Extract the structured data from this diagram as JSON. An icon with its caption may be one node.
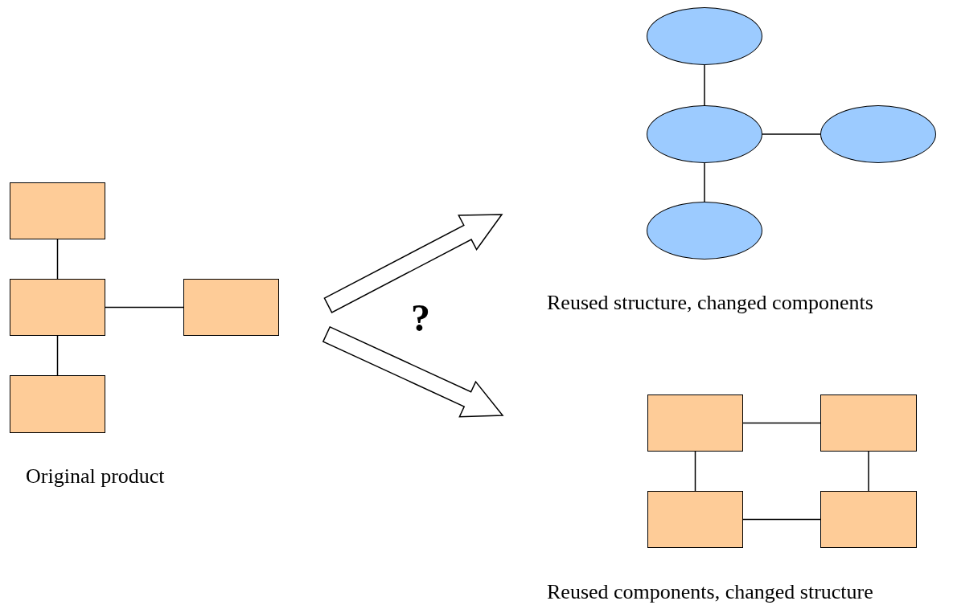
{
  "diagram": {
    "nodes": [
      {
        "text": [],
        "shape": "box"
      },
      {
        "text": [],
        "shape": "box"
      },
      {
        "text": [],
        "shape": "box"
      },
      {
        "text": [],
        "shape": "box"
      },
      {
        "text": [],
        "shape": "ellipse"
      },
      {
        "text": [],
        "shape": "ellipse"
      },
      {
        "text": [],
        "shape": "ellipse"
      },
      {
        "text": [],
        "shape": "ellipse"
      },
      {
        "text": [],
        "shape": "box"
      },
      {
        "text": [],
        "shape": "box"
      },
      {
        "text": [],
        "shape": "box"
      },
      {
        "text": [],
        "shape": "box"
      }
    ],
    "edges": [
      {
        "from": 0,
        "to": 1,
        "arrow": "none"
      },
      {
        "from": 1,
        "to": 2,
        "arrow": "none"
      },
      {
        "from": 1,
        "to": 3,
        "arrow": "none"
      },
      {
        "from": 4,
        "to": 5,
        "arrow": "none"
      },
      {
        "from": 5,
        "to": 6,
        "arrow": "none"
      },
      {
        "from": 5,
        "to": 7,
        "arrow": "none"
      },
      {
        "from": 8,
        "to": 9,
        "arrow": "none"
      },
      {
        "from": 8,
        "to": 10,
        "arrow": "none"
      },
      {
        "from": 9,
        "to": 11,
        "arrow": "none"
      },
      {
        "from": 10,
        "to": 11,
        "arrow": "none"
      }
    ],
    "labels": [
      "Reused structure, changed components",
      "?",
      "Original product",
      "Reused components, changed structure"
    ]
  }
}
